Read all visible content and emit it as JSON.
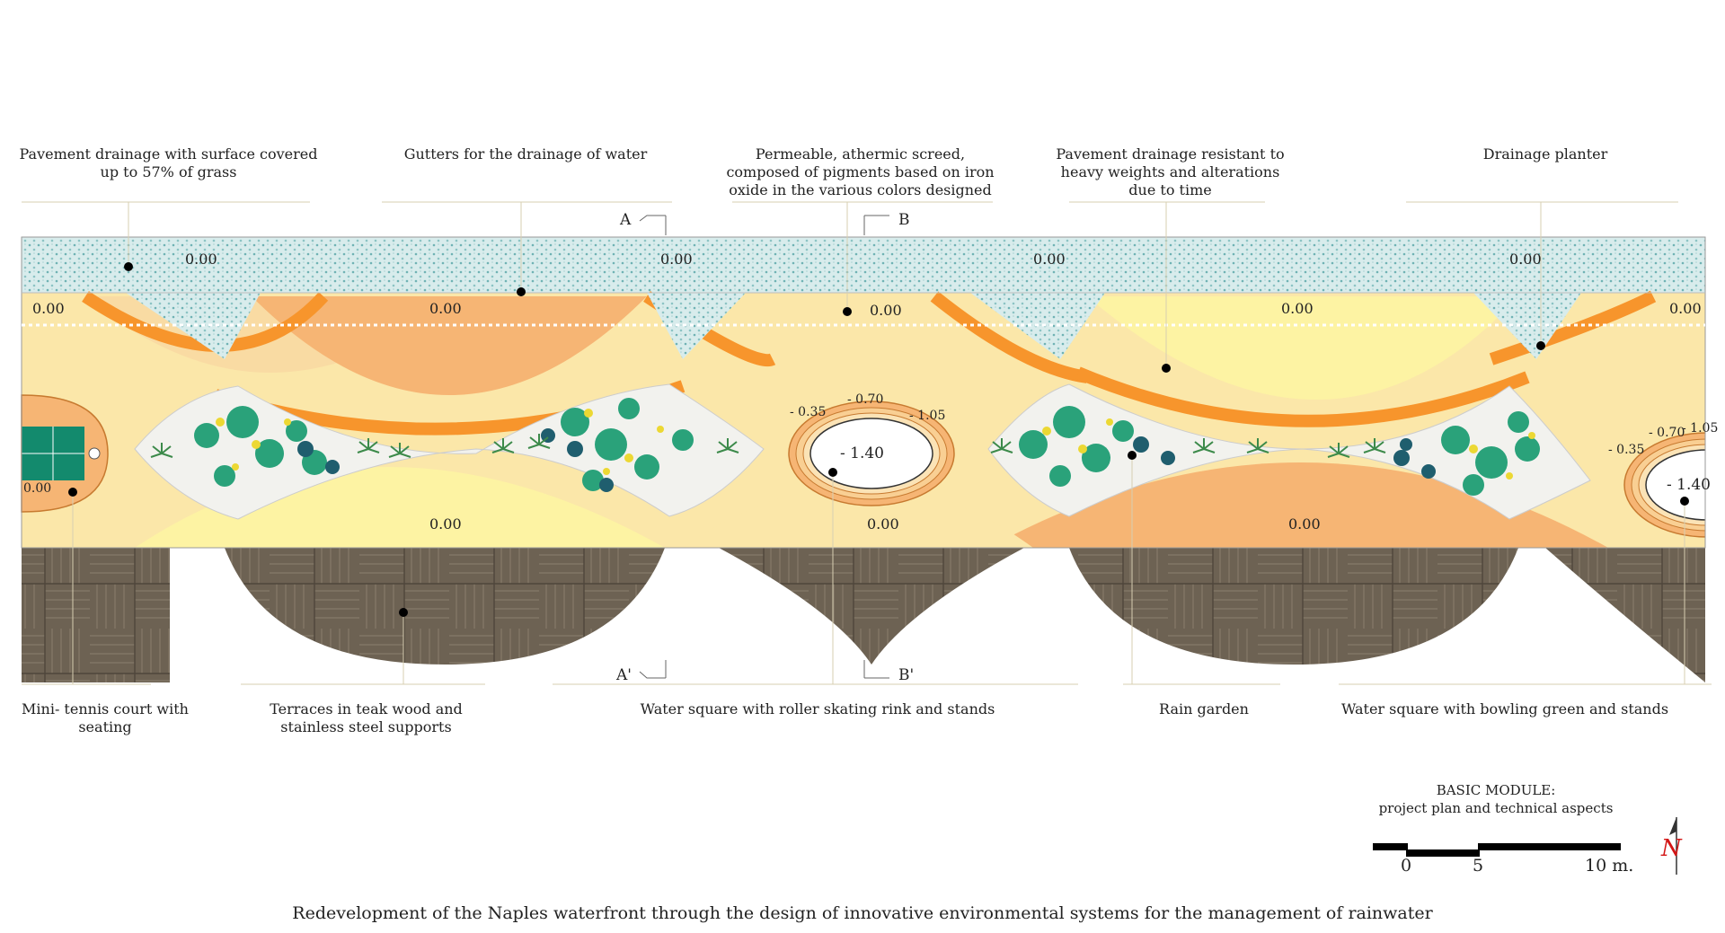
{
  "top_labels": [
    "Pavement drainage with surface covered up to 57% of grass",
    "Gutters for the drainage of water",
    "Permeable, athermic screed, composed of pigments based on iron oxide in the various colors designed",
    "Pavement drainage resistant to heavy weights and alterations due to time",
    "Drainage planter"
  ],
  "bottom_labels": [
    "Mini- tennis court with seating",
    "Terraces in teak wood and stainless steel supports",
    "Water square with roller skating rink and stands",
    "Rain garden",
    "Water square with bowling green and stands"
  ],
  "elevations": {
    "grass_strip": [
      "0.00",
      "0.00",
      "0.00",
      "0.00"
    ],
    "upper_band": [
      "0.00",
      "0.00",
      "0.00",
      "0.00",
      "0.00"
    ],
    "lower_band": [
      "0.00",
      "0.00",
      "0.00"
    ],
    "tennis": "0.00",
    "pool1": [
      "- 0.35",
      "- 0.70",
      "- 1.05",
      "- 1.40"
    ],
    "pool2": [
      "- 0.35",
      "- 0.70",
      "- 1.05",
      "- 1.40"
    ]
  },
  "sections": [
    "A",
    "B",
    "A'",
    "B'"
  ],
  "module": {
    "title": "BASIC MODULE:",
    "subtitle": "project plan and technical aspects"
  },
  "scale": {
    "labels": [
      "0",
      "5",
      "10 m."
    ]
  },
  "north_symbol": "N",
  "caption": "Redevelopment of the Naples waterfront through the design of innovative environmental systems for the management of rainwater",
  "colors": {
    "grass": "#cfe6e6",
    "screed_light": "#fbe7a9",
    "screed_yellow": "#fdf3a3",
    "screed_orange": "#f6b574",
    "gutter": "#f7952c",
    "teak": "#6b6052",
    "court": "#138a6d",
    "water": "#ffffff"
  }
}
